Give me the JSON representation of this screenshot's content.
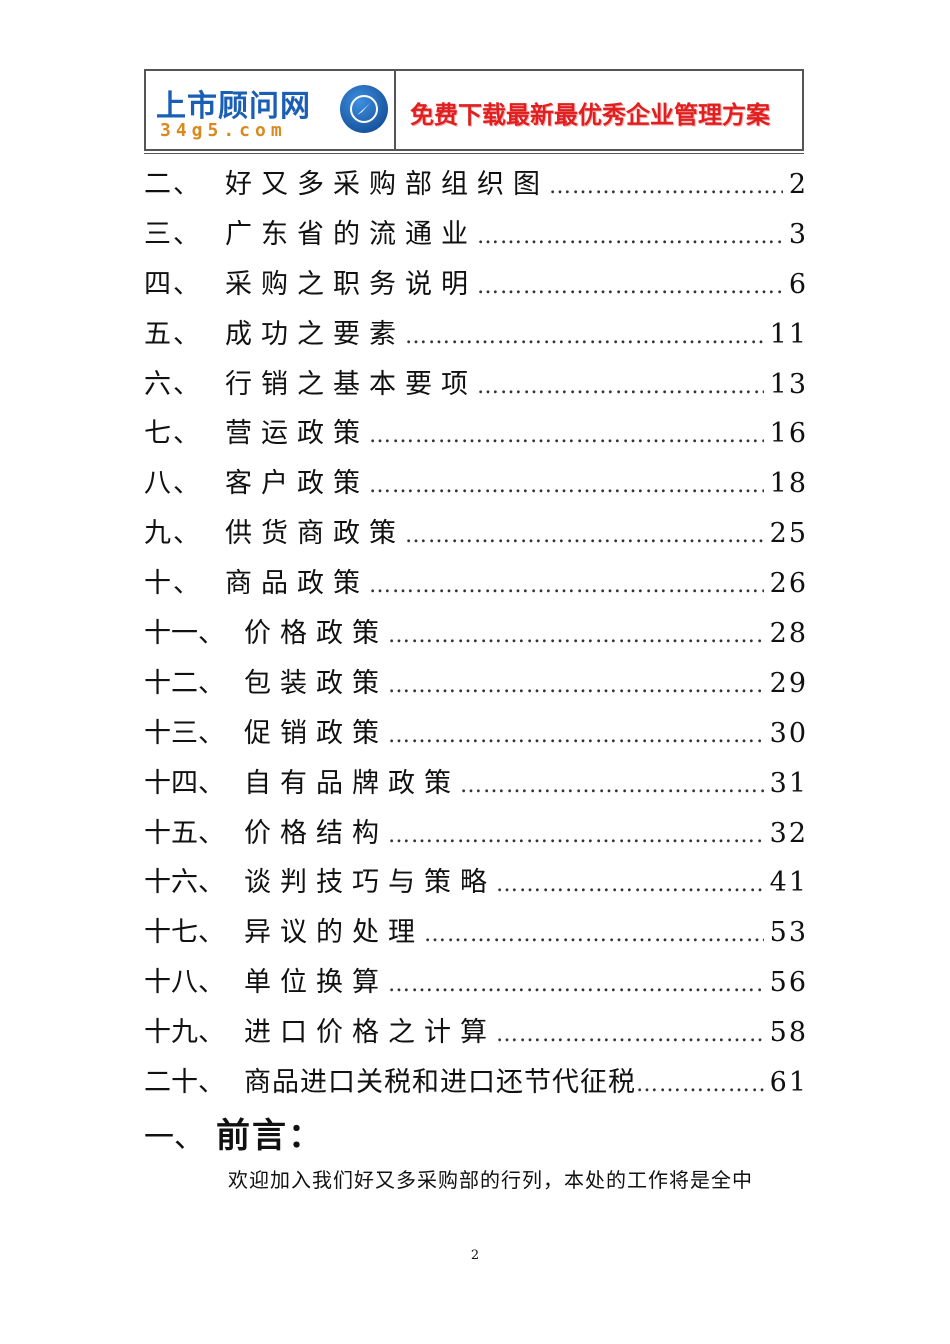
{
  "header": {
    "logo_title": "上市顾问网",
    "logo_subtitle": "34g5.com",
    "logo_icon": "compass-logo-icon",
    "slogan": "免费下载最新最优秀企业管理方案",
    "colors": {
      "logo_blue": "#1a5fb4",
      "logo_orange": "#d98a1e",
      "slogan_red": "#e02020"
    }
  },
  "toc": [
    {
      "num": "二、",
      "title": "好又多采购部组织图",
      "page": "2"
    },
    {
      "num": "三、",
      "title": "广东省的流通业",
      "page": "3"
    },
    {
      "num": "四、",
      "title": "采购之职务说明",
      "page": "6"
    },
    {
      "num": "五、",
      "title": "成功之要素",
      "page": "11"
    },
    {
      "num": "六、",
      "title": "行销之基本要项",
      "page": "13"
    },
    {
      "num": "七、",
      "title": "营运政策",
      "page": "16"
    },
    {
      "num": "八、",
      "title": "客户政策",
      "page": "18"
    },
    {
      "num": "九、",
      "title": "供货商政策",
      "page": "25"
    },
    {
      "num": "十、",
      "title": "商品政策",
      "page": "26"
    },
    {
      "num": "十一、",
      "title": "价格政策",
      "page": "28"
    },
    {
      "num": "十二、",
      "title": "包装政策",
      "page": "29"
    },
    {
      "num": "十三、",
      "title": "促销政策",
      "page": "30"
    },
    {
      "num": "十四、",
      "title": "自有品牌政策",
      "page": "31"
    },
    {
      "num": "十五、",
      "title": "价格结构",
      "page": "32"
    },
    {
      "num": "十六、",
      "title": "谈判技巧与策略",
      "page": "41"
    },
    {
      "num": "十七、",
      "title": "异议的处理",
      "page": "53"
    },
    {
      "num": "十八、",
      "title": "单位换算",
      "page": "56"
    },
    {
      "num": "十九、",
      "title": "进口价格之计算",
      "page": "58"
    },
    {
      "num": "二十、",
      "title": "商品进口关税和进口还节代征税",
      "page": "61"
    }
  ],
  "preface": {
    "num": "一、",
    "title": "前言：",
    "intro": "欢迎加入我们好又多采购部的行列，本处的工作将是全中"
  },
  "footer": {
    "page_number": "2"
  }
}
